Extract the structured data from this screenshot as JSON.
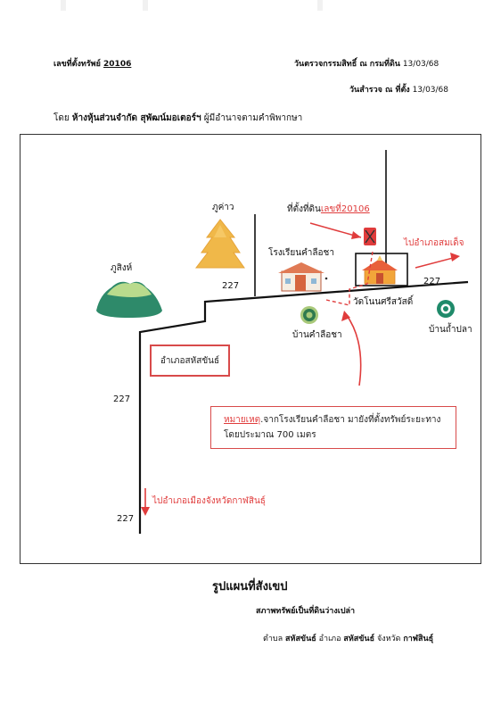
{
  "header": {
    "asset_no_label": "เลขที่ตั้งทรัพย์",
    "asset_no_value": "20106",
    "land_check_label": "วันตรวจกรรมสิทธิ์ ณ กรมที่ดิน",
    "land_check_date": "13/03/68",
    "survey_label": "วันสำรวจ ณ ที่ตั้ง",
    "survey_date": "13/03/68",
    "by_prefix": "โดย",
    "company": "ห้างหุ้นส่วนจำกัด สุพัฒน์มอเตอร์ฯ",
    "by_suffix": "ผู้มีอำนาจตามคำพิพากษา"
  },
  "map": {
    "phu_khao": "ภูค่าว",
    "phu_sing": "ภูสิงห์",
    "road_227": "227",
    "site_label_prefix": "ที่ตั้งที่ดิน",
    "site_label_highlight": "เลขที่20106",
    "to_somdet": "ไปอำเภอสมเด็จ",
    "school": "โรงเรียนคำลือชา",
    "temple": "วัดโนนศรีสวัสดิ์",
    "village_khamluecha": "บ้านคำลือชา",
    "village_namplan": "บ้านถ้ำปลา",
    "district_box": "อำเภอสหัสขันธ์",
    "note_prefix": "หมายเหตุ",
    "note_line1_rest": ".จากโรงเรียนคำลือชา มายังที่ตั้งทรัพย์ระยะทาง",
    "note_line2": "โดยประมาณ 700 เมตร",
    "to_kalasin": "ไปอำเภอเมืองจังหวัดกาฬสินธุ์",
    "colors": {
      "red": "#e03c3c",
      "school_roof": "#e07a55",
      "temple": "#f2a53a",
      "mountain_gold": "#f0b849",
      "mountain_green": "#2e8a6a",
      "village_green": "#2f7a4f"
    }
  },
  "footer": {
    "title": "รูปแผนที่สังเขป",
    "condition": "สภาพทรัพย์เป็นที่ดินว่างเปล่า",
    "tambon_label": "ตำบล",
    "tambon": "สหัสขันธ์",
    "amphoe_label": "อำเภอ",
    "amphoe": "สหัสขันธ์",
    "province_label": "จังหวัด",
    "province": "กาฬสินธุ์"
  }
}
